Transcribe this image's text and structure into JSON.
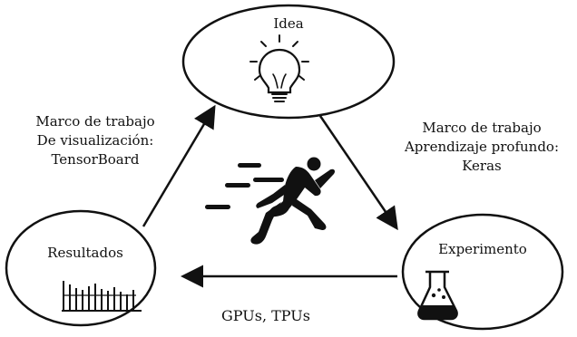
{
  "nodes": {
    "idea": {
      "label": "Idea"
    },
    "experiment": {
      "label": "Experimento"
    },
    "results": {
      "label": "Resultados"
    }
  },
  "edges": {
    "left": {
      "lines": [
        "Marco de trabajo",
        "De visualización:",
        "TensorBoard"
      ]
    },
    "right": {
      "lines": [
        "Marco de trabajo",
        "Aprendizaje profundo:",
        "Keras"
      ]
    },
    "bottom": {
      "label": "GPUs, TPUs"
    }
  },
  "icons": {
    "idea": "lightbulb-icon",
    "experiment": "flask-icon",
    "results": "bar-chart-icon",
    "center": "runner-icon"
  }
}
